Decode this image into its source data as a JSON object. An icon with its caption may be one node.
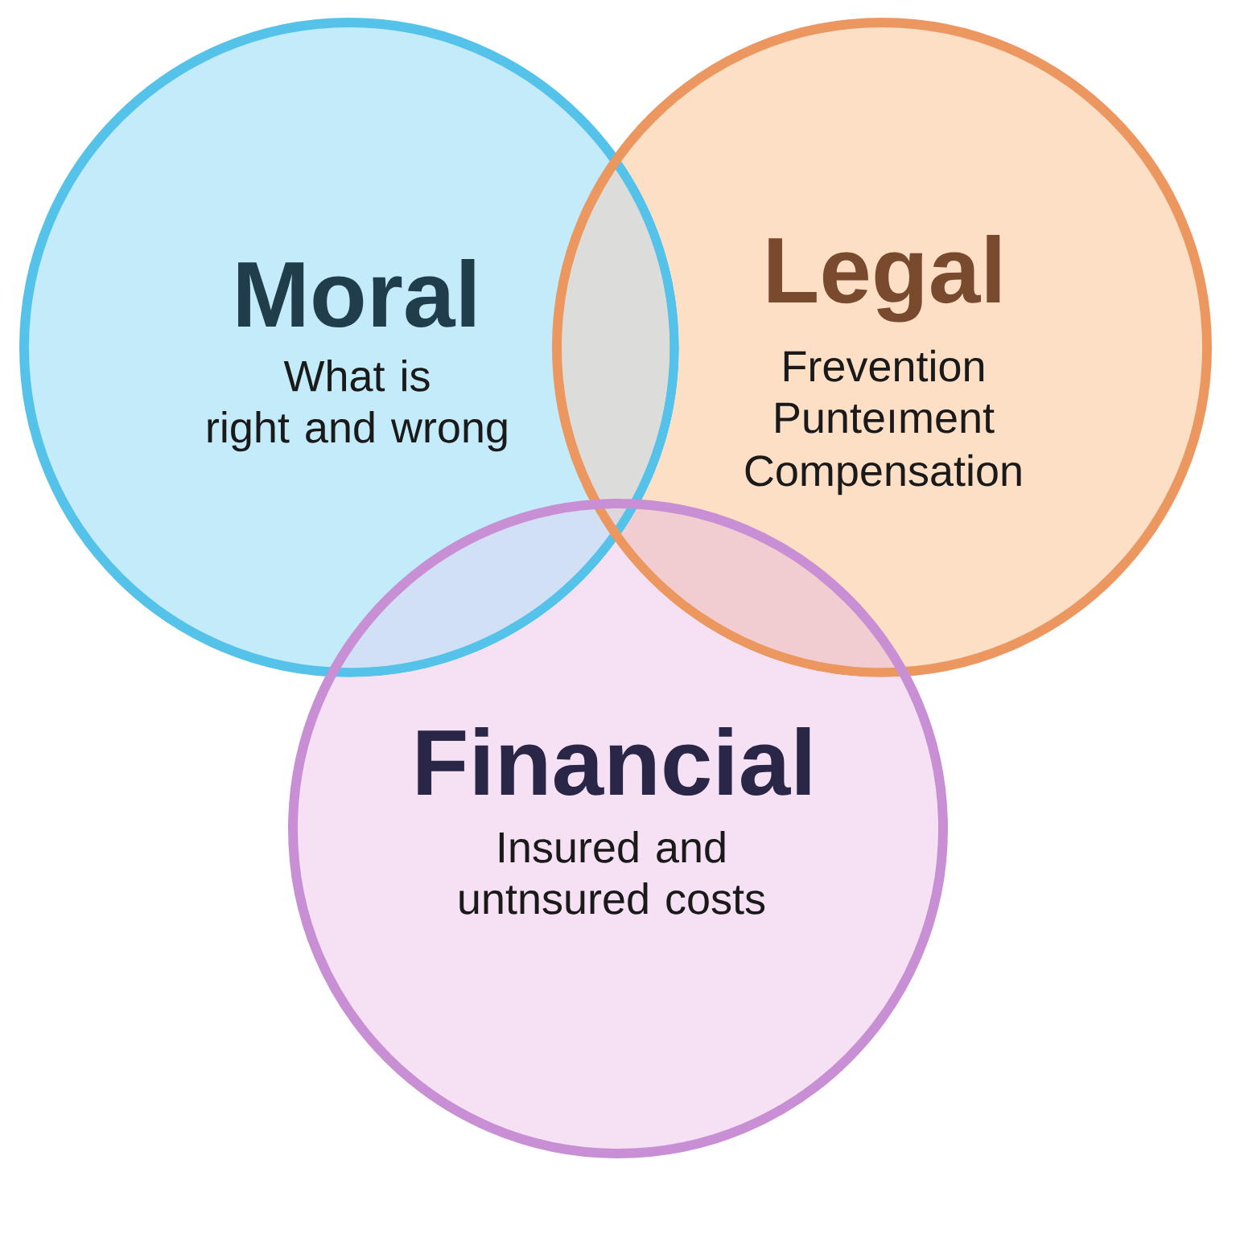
{
  "diagram": {
    "nodes": [
      {
        "text": [
          "Moral",
          "What is right and wrong"
        ]
      },
      {
        "text": [
          "Legal",
          "Frevention",
          "Punteıment",
          "Compensation"
        ]
      },
      {
        "text": [
          "Financial",
          "Insured and untnsured costs"
        ]
      }
    ]
  }
}
